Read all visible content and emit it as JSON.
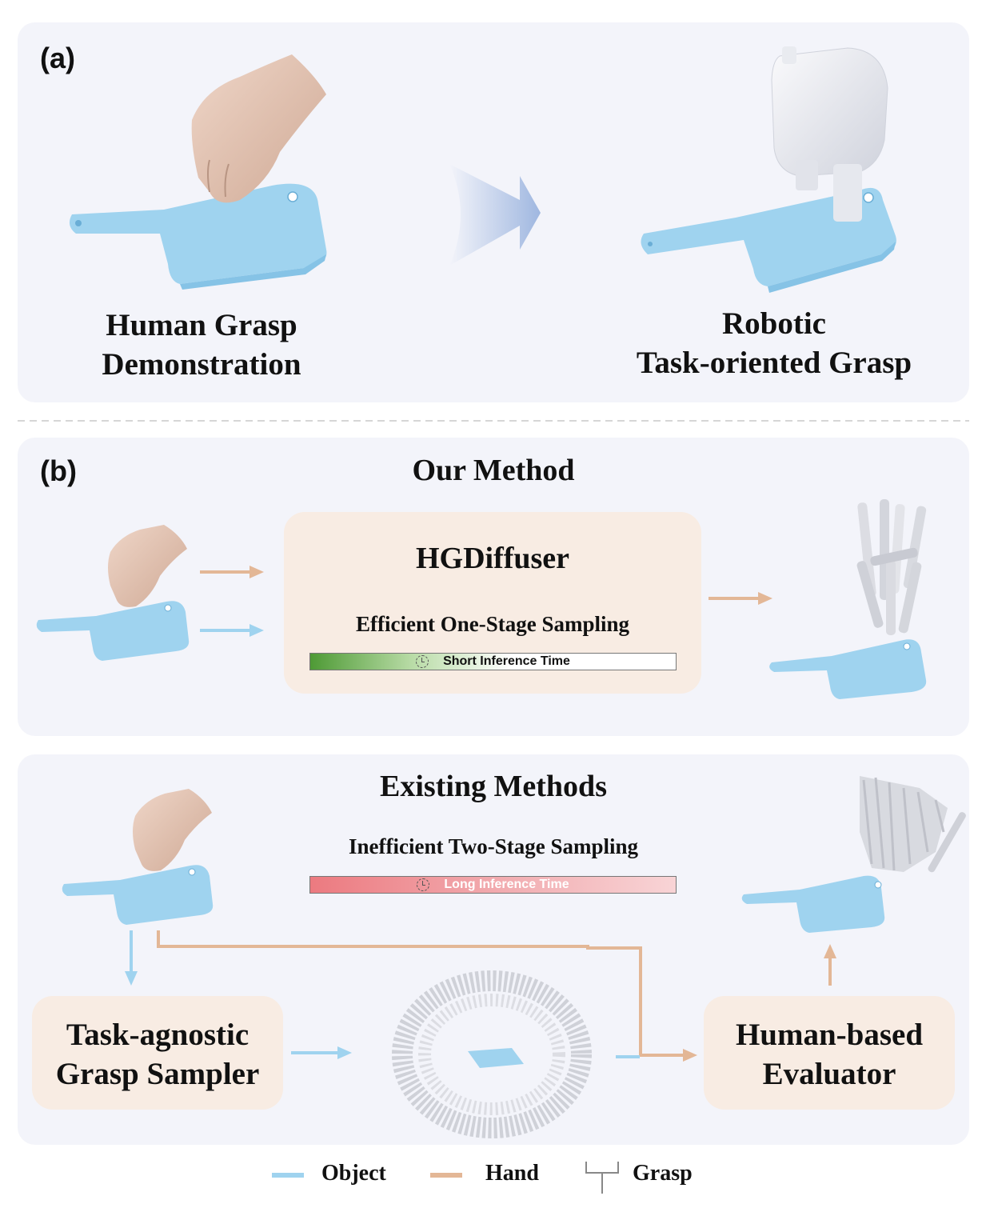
{
  "panel_a": {
    "label": "(a)",
    "human_caption_1": "Human Grasp",
    "human_caption_2": "Demonstration",
    "robot_caption_1": "Robotic",
    "robot_caption_2": "Task-oriented Grasp"
  },
  "panel_b": {
    "label": "(b)",
    "our_method_title": "Our Method",
    "hgdiffuser_title": "HGDiffuser",
    "efficient_sampling": "Efficient One-Stage Sampling",
    "short_time": "Short Inference Time",
    "existing_title": "Existing Methods",
    "inefficient_sampling": "Inefficient Two-Stage Sampling",
    "long_time": "Long Inference Time",
    "sampler_1": "Task-agnostic",
    "sampler_2": "Grasp Sampler",
    "evaluator_1": "Human-based",
    "evaluator_2": "Evaluator"
  },
  "legend": {
    "object": "Object",
    "hand": "Hand",
    "grasp": "Grasp"
  },
  "colors": {
    "object": "#9fd3ef",
    "hand": "#e3b796",
    "panel": "#f3f4fa",
    "box": "#f8ece3",
    "short_bar": "#4e9a35",
    "long_bar": "#ec7a80"
  }
}
